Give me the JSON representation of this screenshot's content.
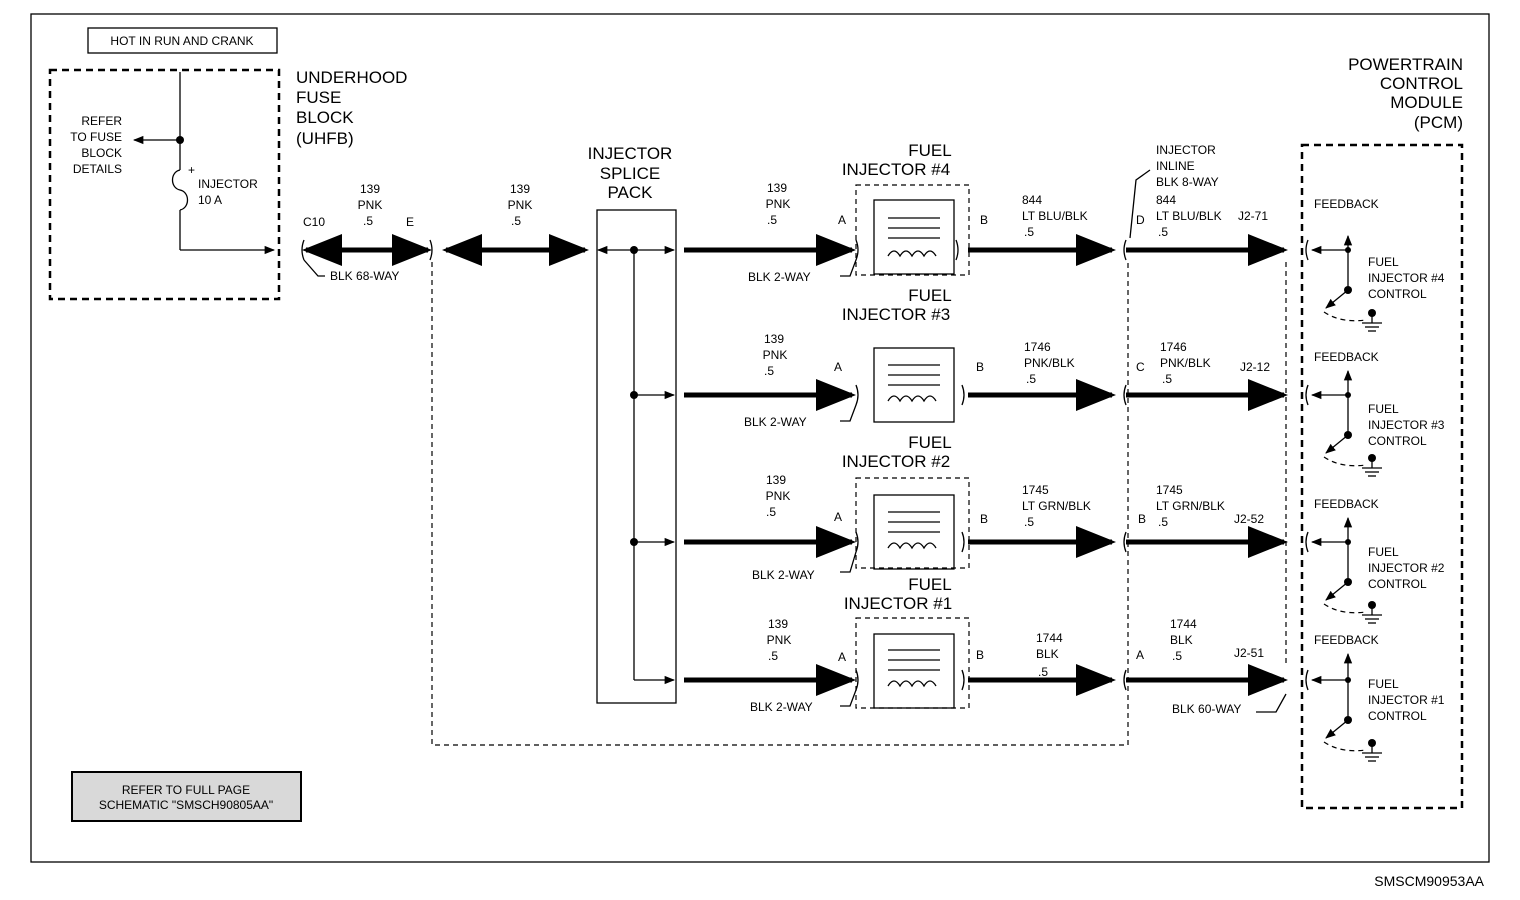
{
  "power_note": "HOT IN RUN AND CRANK",
  "fuse_block": {
    "title": [
      "UNDERHOOD",
      "FUSE",
      "BLOCK",
      "(UHFB)"
    ],
    "refer": [
      "REFER",
      "TO FUSE",
      "BLOCK",
      "DETAILS"
    ],
    "fuse_name": "INJECTOR",
    "fuse_rating": "10 A",
    "fuse_plus": "+"
  },
  "c10": {
    "label": "C10",
    "pin": "E",
    "wire_num": "139",
    "wire_color": "PNK",
    "wire_size": ".5",
    "connector": "BLK 68-WAY"
  },
  "splice_feed": {
    "wire_num": "139",
    "wire_color": "PNK",
    "wire_size": ".5"
  },
  "splice_pack": [
    "INJECTOR",
    "SPLICE",
    "PACK"
  ],
  "inline_connector": [
    "INJECTOR",
    "INLINE",
    "BLK 8-WAY"
  ],
  "pcm": {
    "title": [
      "POWERTRAIN",
      "CONTROL",
      "MODULE",
      "(PCM)"
    ],
    "connector": "BLK 60-WAY"
  },
  "injectors": [
    {
      "title": [
        "FUEL",
        "INJECTOR #4"
      ],
      "in_num": "139",
      "in_color": "PNK",
      "in_size": ".5",
      "pin_a": "A",
      "pin_b": "B",
      "conn": "BLK 2-WAY",
      "out_num": "844",
      "out_color": "LT BLU/BLK",
      "out_size": ".5",
      "inline_pin": "D",
      "pcm_num": "844",
      "pcm_color": "LT BLU/BLK",
      "pcm_size": ".5",
      "pcm_pin": "J2-71",
      "feedback": "FEEDBACK",
      "control": [
        "FUEL",
        "INJECTOR #4",
        "CONTROL"
      ]
    },
    {
      "title": [
        "FUEL",
        "INJECTOR #3"
      ],
      "in_num": "139",
      "in_color": "PNK",
      "in_size": ".5",
      "pin_a": "A",
      "pin_b": "B",
      "conn": "BLK 2-WAY",
      "out_num": "1746",
      "out_color": "PNK/BLK",
      "out_size": ".5",
      "inline_pin": "C",
      "pcm_num": "1746",
      "pcm_color": "PNK/BLK",
      "pcm_size": ".5",
      "pcm_pin": "J2-12",
      "feedback": "FEEDBACK",
      "control": [
        "FUEL",
        "INJECTOR #3",
        "CONTROL"
      ]
    },
    {
      "title": [
        "FUEL",
        "INJECTOR #2"
      ],
      "in_num": "139",
      "in_color": "PNK",
      "in_size": ".5",
      "pin_a": "A",
      "pin_b": "B",
      "conn": "BLK 2-WAY",
      "out_num": "1745",
      "out_color": "LT GRN/BLK",
      "out_size": ".5",
      "inline_pin": "B",
      "pcm_num": "1745",
      "pcm_color": "LT GRN/BLK",
      "pcm_size": ".5",
      "pcm_pin": "J2-52",
      "feedback": "FEEDBACK",
      "control": [
        "FUEL",
        "INJECTOR #2",
        "CONTROL"
      ]
    },
    {
      "title": [
        "FUEL",
        "INJECTOR #1"
      ],
      "in_num": "139",
      "in_color": "PNK",
      "in_size": ".5",
      "pin_a": "A",
      "pin_b": "B",
      "conn": "BLK 2-WAY",
      "out_num": "1744",
      "out_color": "BLK",
      "out_size": ".5",
      "inline_pin": "A",
      "pcm_num": "1744",
      "pcm_color": "BLK",
      "pcm_size": ".5",
      "pcm_pin": "J2-51",
      "feedback": "FEEDBACK",
      "control": [
        "FUEL",
        "INJECTOR #1",
        "CONTROL"
      ]
    }
  ],
  "refer_full": [
    "REFER TO FULL PAGE",
    "SCHEMATIC \"SMSCH90805AA\""
  ],
  "figure_id": "SMSCM90953AA"
}
